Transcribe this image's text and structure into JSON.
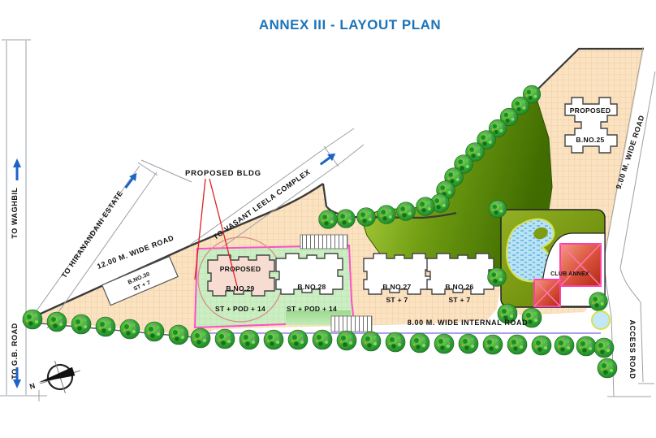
{
  "title": "ANNEX III - LAYOUT PLAN",
  "roads": {
    "waghbil": "TO WAGHBIL",
    "gb_road": "TO G.B. ROAD",
    "hiranandani": "TO HIRANANDANI ESTATE",
    "vasant_leela": "TO VASANT LEELA COMPLEX",
    "wide_12m": "12.00 M. WIDE ROAD",
    "wide_9m": "9.00 M. WIDE ROAD",
    "internal_8m": "8.00 M. WIDE INTERNAL ROAD",
    "access": "ACCESS ROAD"
  },
  "annotation": {
    "proposed_bldg": "PROPOSED BLDG"
  },
  "club": {
    "label": "CLUB ANNEX"
  },
  "compass": {
    "north": "N"
  },
  "buildings": {
    "b25": {
      "status": "PROPOSED",
      "number": "B.NO.25"
    },
    "b29": {
      "status": "PROPOSED",
      "number": "B.NO.29",
      "floors": "ST + POD + 14"
    },
    "b28": {
      "number": "B.NO.28",
      "floors": "ST + POD + 14"
    },
    "b27": {
      "number": "B.NO.27",
      "floors": "ST + 7"
    },
    "b26": {
      "number": "B.NO.26",
      "floors": "ST + 7"
    },
    "b30": {
      "number": "B.NO.30",
      "floors": "ST + 7"
    }
  },
  "colors": {
    "title_blue": "#1C74B8",
    "plot_border_magenta": "#FF4FC8",
    "arrow_blue": "#1E63C8",
    "leader_red": "#E02020",
    "peach_ground": "#FBE2C1",
    "hill_green_dark": "#3F6B00",
    "plot_green": "#CBEEC3"
  }
}
